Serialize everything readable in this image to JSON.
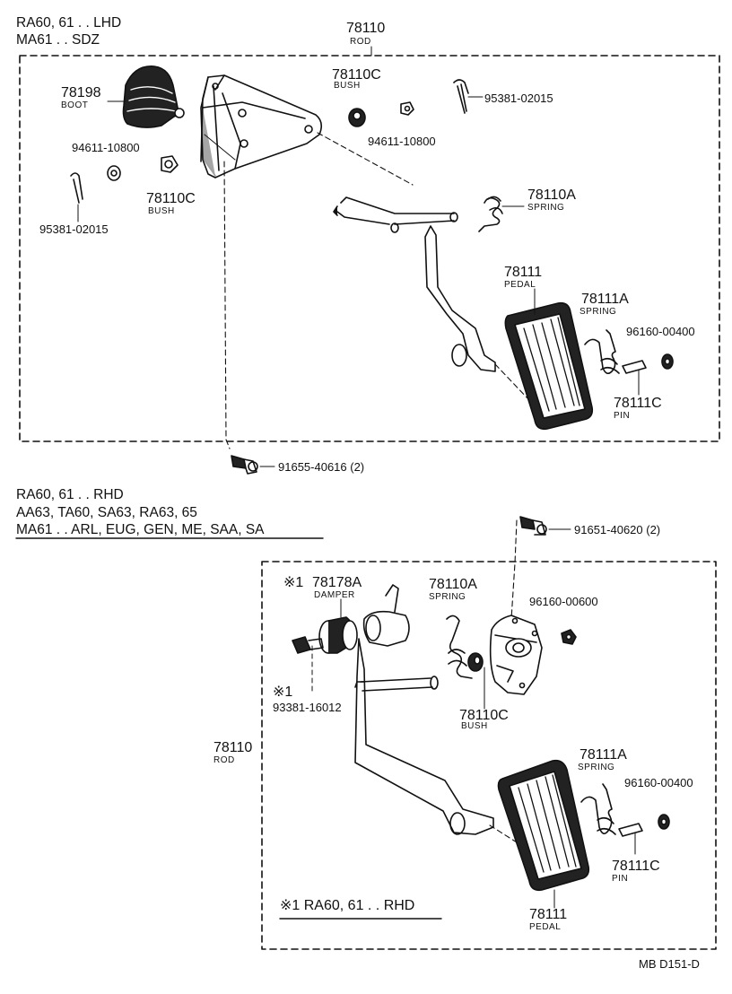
{
  "top_header": [
    "RA60, 61 . . LHD",
    "MA61 . . SDZ"
  ],
  "bottom_header": [
    "RA60, 61 . . RHD",
    "AA63, TA60, SA63, RA63, 65",
    "MA61 . . ARL, EUG, GEN, ME, SAA, SA"
  ],
  "top_labels": {
    "rod_num": "78110",
    "rod_name": "ROD",
    "boot_num": "78198",
    "boot_name": "BOOT",
    "bush1_num": "78110C",
    "bush1_name": "BUSH",
    "washer1": "94611-10800",
    "pin1": "95381-02015",
    "washer2": "94611-10800",
    "bush2_num": "78110C",
    "bush2_name": "BUSH",
    "pin2": "95381-02015",
    "spring_num": "78110A",
    "spring_name": "SPRING",
    "pedal_num": "78111",
    "pedal_name": "PEDAL",
    "pspring_num": "78111A",
    "pspring_name": "SPRING",
    "clip": "96160-00400",
    "pin_num": "78111C",
    "pin_name": "PIN",
    "bolt": "91655-40616 (2)"
  },
  "bottom_labels": {
    "bolt": "91651-40620 (2)",
    "damper_mark": "※1",
    "damper_num": "78178A",
    "damper_name": "DAMPER",
    "spring_num": "78110A",
    "spring_name": "SPRING",
    "nut": "96160-00600",
    "screw_mark": "※1",
    "screw": "93381-16012",
    "bush_num": "78110C",
    "bush_name": "BUSH",
    "rod_num": "78110",
    "rod_name": "ROD",
    "pspring_num": "78111A",
    "pspring_name": "SPRING",
    "clip": "96160-00400",
    "pin_num": "78111C",
    "pin_name": "PIN",
    "note": "※1 RA60, 61 . . RHD",
    "pedal_num": "78111",
    "pedal_name": "PEDAL"
  },
  "footer_code": "MB  D151-D"
}
